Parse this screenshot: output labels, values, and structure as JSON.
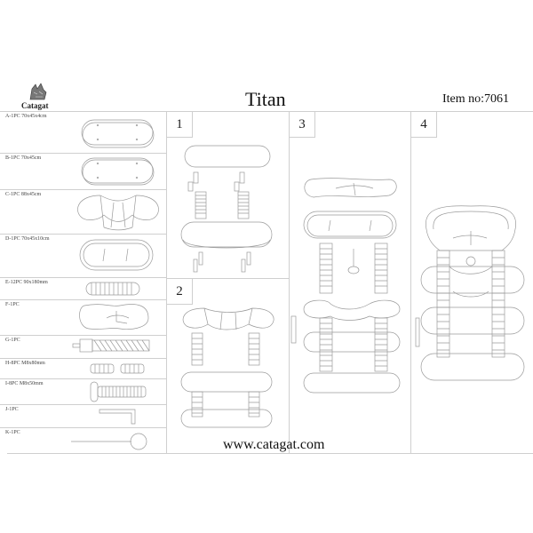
{
  "header": {
    "brand": "Catagat",
    "brand_logo": "cat-head-logo",
    "title": "Titan",
    "item_number": "Item no:7061"
  },
  "parts": [
    {
      "id": "A",
      "label": "A-1PC 70x45x4cm",
      "icon": "oval-board-with-holes"
    },
    {
      "id": "B",
      "label": "B-1PC 70x45cm",
      "icon": "oval-board-with-holes"
    },
    {
      "id": "C",
      "label": "C-1PC 88x45cm",
      "icon": "bridge-platform"
    },
    {
      "id": "D",
      "label": "D-1PC 70x45x10cm",
      "icon": "bed-tray"
    },
    {
      "id": "E",
      "label": "E-12PC 90x180mm",
      "icon": "sisal-post"
    },
    {
      "id": "F",
      "label": "F-1PC",
      "icon": "cushion"
    },
    {
      "id": "G",
      "label": "G-1PC",
      "icon": "sisal-rope-scratcher"
    },
    {
      "id": "H",
      "label": "H-8PC M8x80mm",
      "icon": "double-bolt"
    },
    {
      "id": "I",
      "label": "I-8PC M8x50mm",
      "icon": "screw"
    },
    {
      "id": "J",
      "label": "J-1PC",
      "icon": "allen-key"
    },
    {
      "id": "K",
      "label": "K-1PC",
      "icon": "hanging-ball-toy"
    }
  ],
  "steps": [
    {
      "number": "1",
      "diagram": "attach-posts-to-base"
    },
    {
      "number": "2",
      "diagram": "attach-bridge-platform"
    },
    {
      "number": "3",
      "diagram": "attach-bed-and-cushion"
    },
    {
      "number": "4",
      "diagram": "completed-tree"
    }
  ],
  "footer": {
    "url": "www.catagat.com"
  }
}
